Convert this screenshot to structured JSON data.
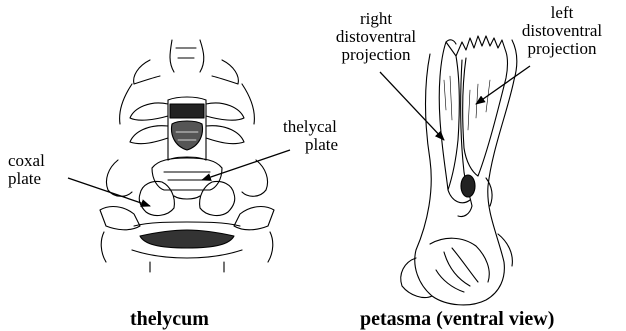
{
  "left_figure": {
    "caption": "thelycum",
    "labels": {
      "coxal_plate": [
        "coxal",
        "plate"
      ],
      "thelycal_plate": [
        "thelycal",
        "plate"
      ]
    }
  },
  "right_figure": {
    "caption": "petasma (ventral view)",
    "labels": {
      "right_projection": [
        "right",
        "distoventral",
        "projection"
      ],
      "left_projection": [
        "left",
        "distoventral",
        "projection"
      ]
    }
  },
  "colors": {
    "ink": "#000000",
    "background": "#ffffff"
  }
}
